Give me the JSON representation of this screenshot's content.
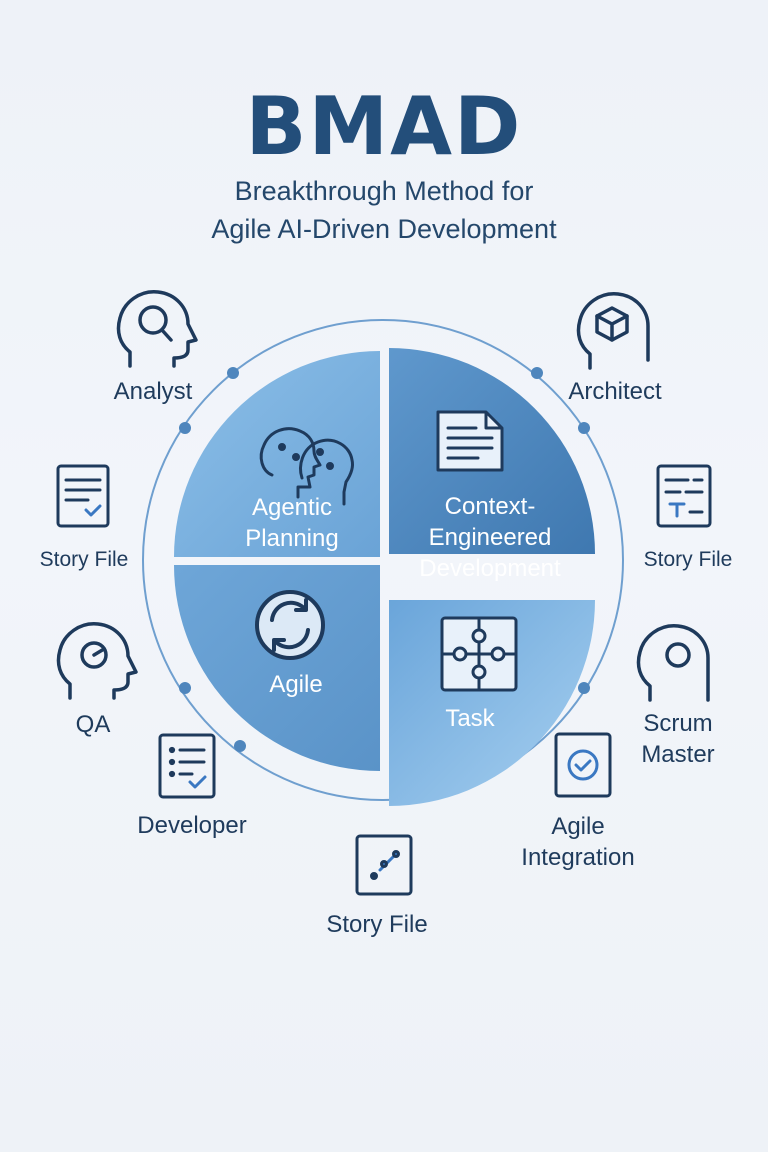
{
  "header": {
    "title": "BMAD",
    "subtitle_line1": "Breakthrough Method for",
    "subtitle_line2": "Agile AI-Driven Development"
  },
  "quadrants": [
    {
      "id": "agentic-planning",
      "line1": "Agentic",
      "line2": "Planning",
      "icon": "two-heads-icon"
    },
    {
      "id": "context-engineered",
      "line1": "Context-",
      "line2": "Engineered",
      "line3": "Development",
      "icon": "document-icon"
    },
    {
      "id": "agile",
      "line1": "Agile",
      "icon": "cycle-arrows-icon"
    },
    {
      "id": "task",
      "line1": "Task",
      "icon": "puzzle-icon"
    }
  ],
  "roles": [
    {
      "id": "analyst",
      "label": "Analyst",
      "icon": "head-question-icon"
    },
    {
      "id": "architect",
      "label": "Architect",
      "icon": "head-cube-icon"
    },
    {
      "id": "story-file-left",
      "label": "Story File",
      "icon": "story-checklist-icon"
    },
    {
      "id": "story-file-right",
      "label": "Story File",
      "icon": "story-text-icon"
    },
    {
      "id": "qa",
      "label": "QA",
      "icon": "head-gauge-icon"
    },
    {
      "id": "scrum-master",
      "label_line1": "Scrum",
      "label_line2": "Master",
      "icon": "head-circle-icon"
    },
    {
      "id": "developer",
      "label": "Developer",
      "icon": "checklist-icon"
    },
    {
      "id": "agile-integration",
      "label_line1": "Agile",
      "label_line2": "Integration",
      "icon": "clock-check-icon"
    },
    {
      "id": "story-file-bottom",
      "label": "Story File",
      "icon": "story-dots-icon"
    }
  ],
  "colors": {
    "title": "#234e7a",
    "quadrant_light": "#7fb3e0",
    "quadrant_mid": "#6aa3d6",
    "quadrant_dark": "#4f88c0",
    "ring": "#6f9fcf",
    "icon_stroke": "#1e3a5c"
  }
}
